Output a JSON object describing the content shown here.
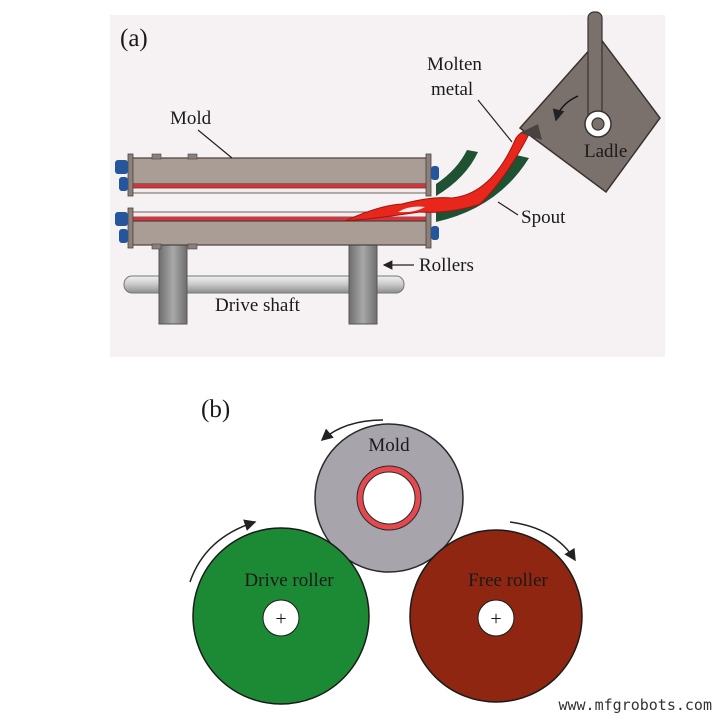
{
  "panel_a": {
    "label": "(a)",
    "callouts": {
      "molten_metal": [
        "Molten",
        "metal"
      ],
      "mold": "Mold",
      "ladle": "Ladle",
      "spout": "Spout",
      "rollers": "Rollers",
      "drive_shaft": "Drive  shaft"
    }
  },
  "panel_b": {
    "label": "(b)",
    "mold": "Mold",
    "drive_roller": "Drive   roller",
    "free_roller": "Free   roller",
    "hub_symbol": "+"
  },
  "watermark": "www.mfgrobots.com",
  "colors": {
    "mold_tan": "#a99d95",
    "molten_red": "#e8261c",
    "spout_green": "#1f5233",
    "ladle_gray": "#7a716c",
    "roller_gray": "#9b9b9b",
    "drive_roller_green": "#1c8a35",
    "free_roller_red": "#8f2612",
    "mold_disc_gray": "#a7a4ac",
    "end_cap_blue": "#25569b"
  }
}
